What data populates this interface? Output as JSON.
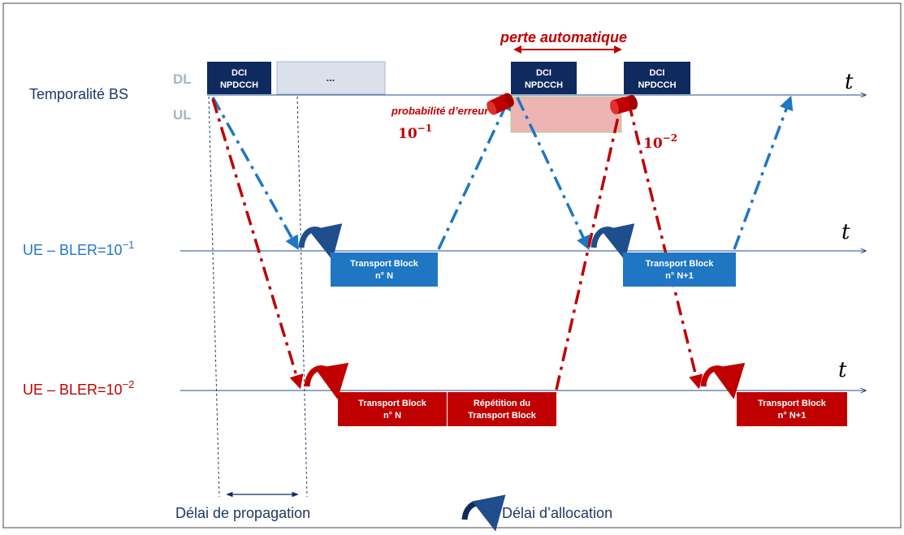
{
  "rows": {
    "bs": {
      "label": "Temporalité BS",
      "dl": "DL",
      "ul": "UL"
    },
    "ue1": {
      "label_prefix": "UE – BLER=10",
      "label_exp": "−1"
    },
    "ue2": {
      "label_prefix": "UE – BLER=10",
      "label_exp": "−2"
    }
  },
  "time_symbol": "t",
  "dci": {
    "line1": "DCI",
    "line2": "NPDCCH"
  },
  "ellipsis_box": "...",
  "perte": "perte automatique",
  "probabilite": "probabilité d’erreur",
  "prob_values": {
    "first": "10",
    "first_exp": "−1",
    "second": "10",
    "second_exp": "−2"
  },
  "transport": {
    "title": "Transport Block",
    "n": "n° N",
    "n1": "n° N+1",
    "repetition_line1": "Répétition du",
    "repetition_line2": "Transport Block"
  },
  "legend": {
    "propagation": "Délai de propagation",
    "allocation": ": Délai d’allocation"
  },
  "colors": {
    "navy": "#0f2a5e",
    "blue": "#1f77c4",
    "red": "#c00000",
    "grey_box": "#dbe1ea",
    "pink": "#eeb4b4"
  }
}
